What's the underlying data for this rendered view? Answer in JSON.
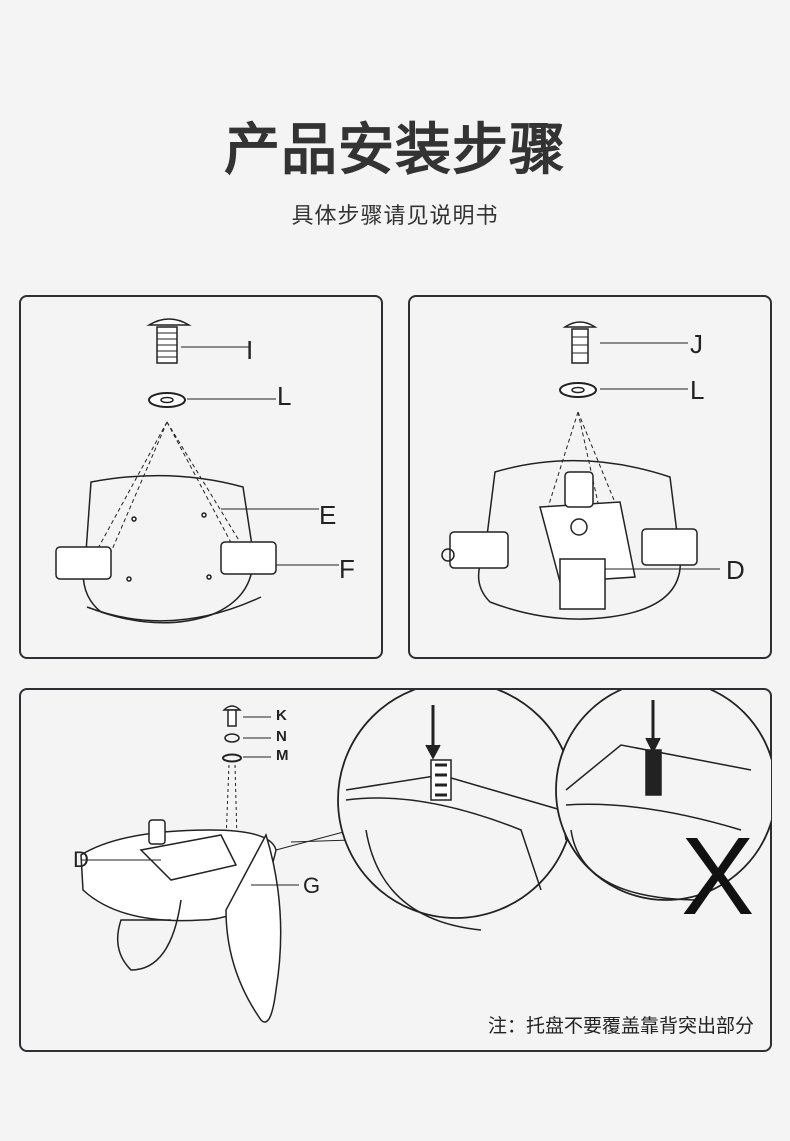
{
  "header": {
    "title": "产品安装步骤",
    "subtitle": "具体步骤请见说明书"
  },
  "step1": {
    "labels": {
      "screw": "I",
      "washer": "L",
      "seat": "E",
      "armrest": "F"
    }
  },
  "step2": {
    "labels": {
      "screw": "J",
      "washer": "L",
      "mechanism": "D"
    }
  },
  "step3": {
    "labels": {
      "screw": "K",
      "spring_washer": "N",
      "washer": "M",
      "mechanism": "D",
      "backrest": "G"
    },
    "wrong_mark": "X",
    "note": "注：托盘不要覆盖靠背突出部分"
  }
}
